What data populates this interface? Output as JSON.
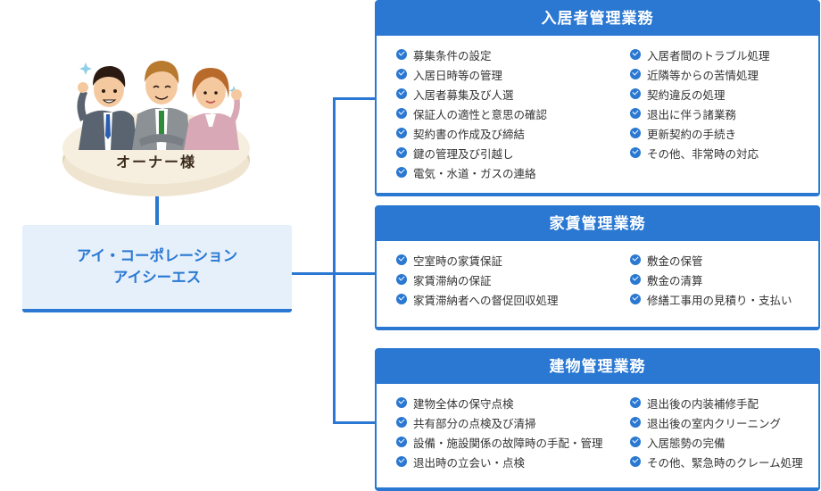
{
  "owner": {
    "label": "オーナー様"
  },
  "company": {
    "line1": "アイ・コーポレーション",
    "line2": "アイシーエス"
  },
  "colors": {
    "accent": "#2a78d2",
    "company_bg": "#e6f0fb",
    "owner_disc": "#f6efe0"
  },
  "icons": {
    "people": "owners-illustration",
    "bullet": "check-circle-icon"
  },
  "panels": [
    {
      "title": "入居者管理業務",
      "left": [
        "募集条件の設定",
        "入居日時等の管理",
        "入居者募集及び人選",
        "保証人の適性と意思の確認",
        "契約書の作成及び締結",
        "鍵の管理及び引越し",
        "電気・水道・ガスの連絡"
      ],
      "right": [
        "入居者間のトラブル処理",
        "近隣等からの苦情処理",
        "契約違反の処理",
        "退出に伴う諸業務",
        "更新契約の手続き",
        "その他、非常時の対応"
      ]
    },
    {
      "title": "家賃管理業務",
      "left": [
        "空室時の家賃保証",
        "家賃滞納の保証",
        "家賃滞納者への督促回収処理"
      ],
      "right": [
        "敷金の保管",
        "敷金の清算",
        "修繕工事用の見積り・支払い"
      ]
    },
    {
      "title": "建物管理業務",
      "left": [
        "建物全体の保守点検",
        "共有部分の点検及び清掃",
        "設備・施設関係の故障時の手配・管理",
        "退出時の立会い・点検"
      ],
      "right": [
        "退出後の内装補修手配",
        "退出後の室内クリーニング",
        "入居態勢の完備",
        "その他、緊急時のクレーム処理"
      ]
    }
  ]
}
